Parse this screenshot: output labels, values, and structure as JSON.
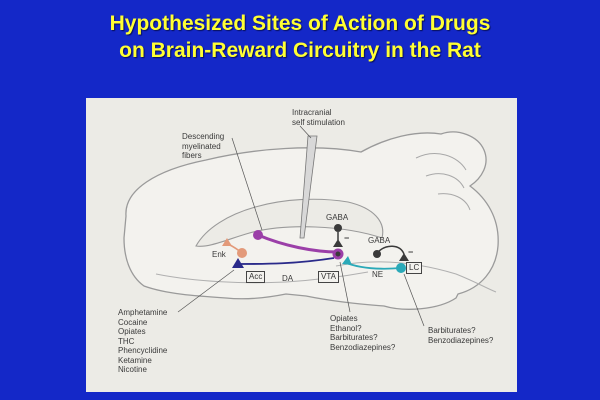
{
  "title": {
    "line1": "Hypothesized Sites of Action of Drugs",
    "line2": "on Brain-Reward Circuitry in the Rat"
  },
  "diagram": {
    "labels": {
      "stimulation": [
        "Intracranial",
        "self stimulation"
      ],
      "descending": [
        "Descending",
        "myelinated",
        "fibers"
      ],
      "gaba_vta": "GABA",
      "gaba_lc": "GABA",
      "enk": "Enk",
      "da": "DA",
      "ne": "NE",
      "acc": "Acc",
      "vta": "VTA",
      "lc": "LC",
      "minus_vta": "−",
      "minus_lc": "−"
    },
    "drug_lists": {
      "acc": [
        "Amphetamine",
        "Cocaine",
        "Opiates",
        "THC",
        "Phencyclidine",
        "Ketamine",
        "Nicotine"
      ],
      "vta": [
        "Opiates",
        "Ethanol?",
        "Barbiturates?",
        "Benzodiazepines?"
      ],
      "lc": [
        "Barbiturates?",
        "Benzodiazepines?"
      ]
    },
    "colors": {
      "background": "#1428c8",
      "title": "#ffff33",
      "panel": "#ecebe6",
      "brain_outline": "#9a9a9a",
      "myelinated_fiber": "#9b3fa8",
      "da_pathway": "#2a2a8a",
      "ne_pathway": "#2aa9b8",
      "enk_neuron": "#e39a7a",
      "gaba_neuron": "#3a3a3a"
    }
  }
}
